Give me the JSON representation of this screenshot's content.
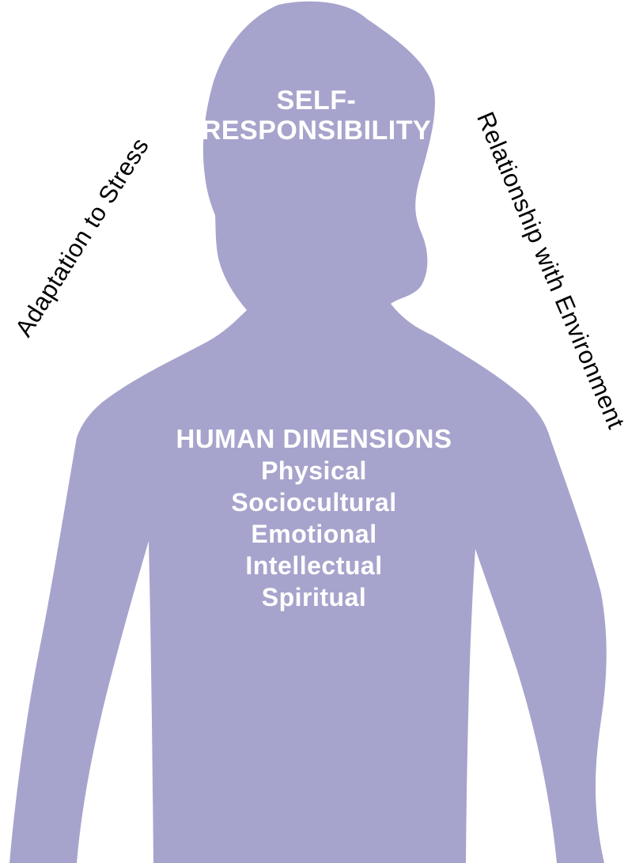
{
  "figure": {
    "background_color": "#ffffff",
    "silhouette_color": "#a6a4cc",
    "head_label": {
      "line1": "SELF-",
      "line2": "RESPONSIBILITY",
      "color": "#ffffff"
    },
    "chest_label": {
      "title": "HUMAN DIMENSIONS",
      "items": [
        "Physical",
        "Sociocultural",
        "Emotional",
        "Intellectual",
        "Spiritual"
      ],
      "color": "#ffffff"
    },
    "left_label": {
      "text": "Adaptation to Stress",
      "rotation_deg": -58,
      "color": "#000000"
    },
    "right_label": {
      "text": "Relationship with Environment",
      "rotation_deg": 67,
      "color": "#000000"
    }
  }
}
